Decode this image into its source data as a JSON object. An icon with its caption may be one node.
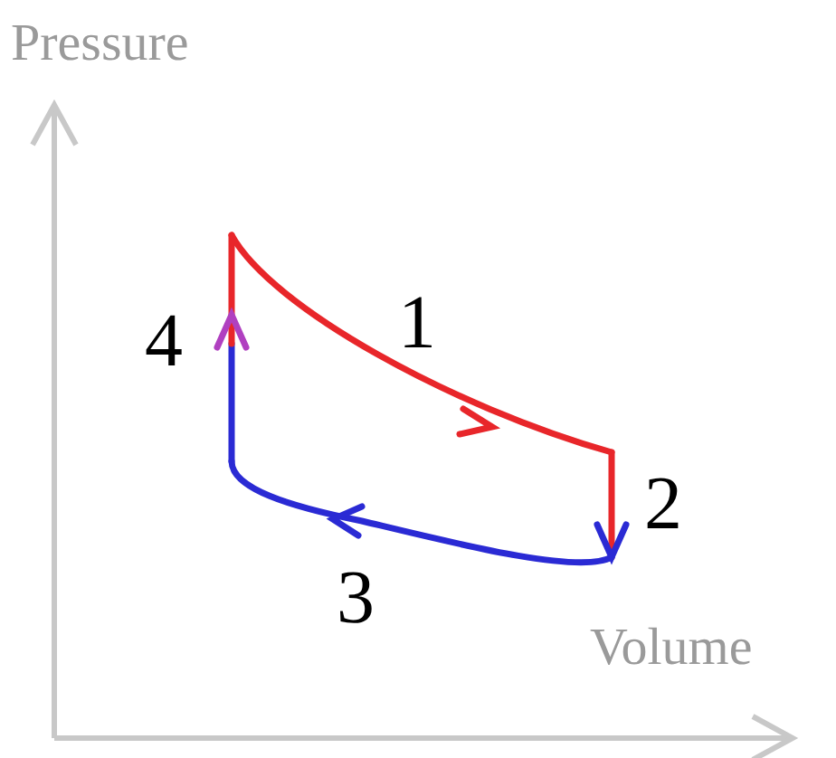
{
  "diagram": {
    "labels": [
      "Pressure",
      "Volume",
      "1",
      "2",
      "3",
      "4"
    ]
  }
}
